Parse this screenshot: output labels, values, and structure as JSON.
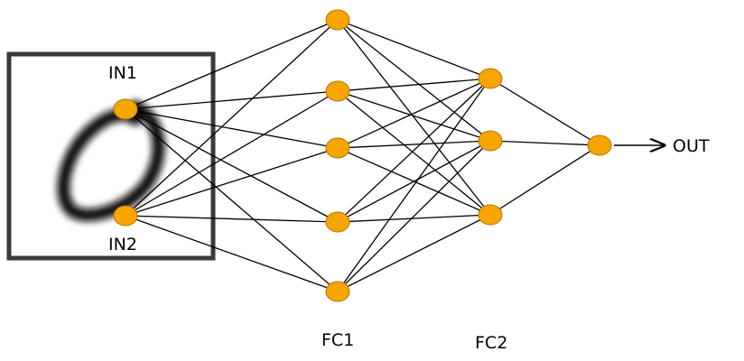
{
  "diagram": {
    "node_color": "#f7a500",
    "node_outline": "#b87400",
    "edge_color": "#000000",
    "inputs": [
      "IN1",
      "IN2"
    ],
    "layers": [
      {
        "label": "FC1",
        "nodes": 5
      },
      {
        "label": "FC2",
        "nodes": 3
      }
    ],
    "output_nodes": 1,
    "output_label": "OUT",
    "input_image": "handwritten-digit-zero"
  }
}
